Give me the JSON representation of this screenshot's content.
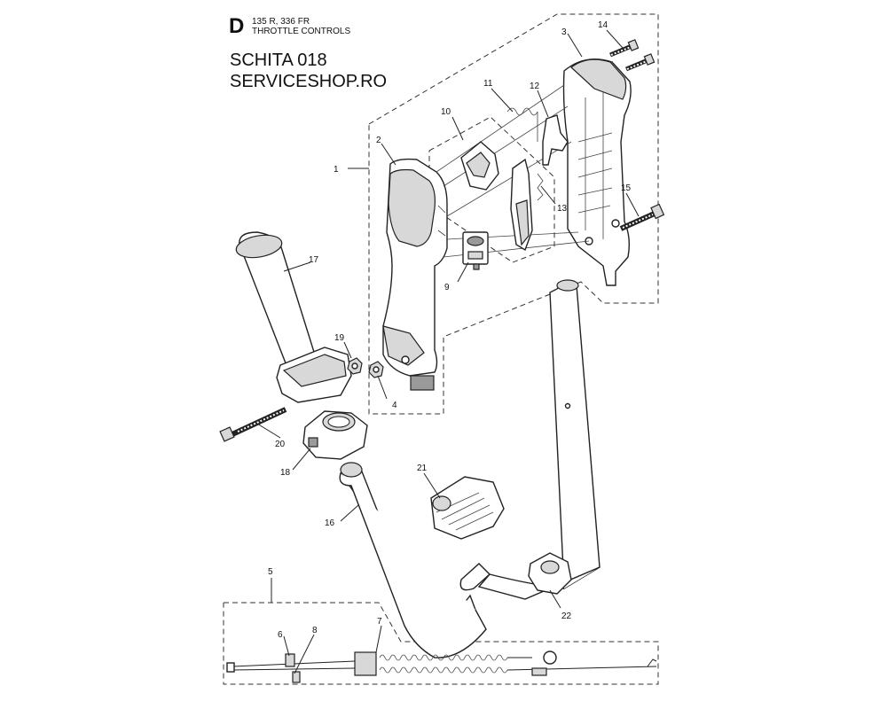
{
  "header": {
    "section_letter": "D",
    "models": "135 R, 336 FR",
    "section_title": "THROTTLE CONTROLS",
    "schita": "SCHITA 018",
    "shop": "SERVICESHOP.RO"
  },
  "callouts": [
    "1",
    "2",
    "3",
    "4",
    "5",
    "6",
    "7",
    "8",
    "9",
    "10",
    "11",
    "12",
    "13",
    "14",
    "15",
    "16",
    "17",
    "18",
    "19",
    "20",
    "21",
    "22"
  ]
}
